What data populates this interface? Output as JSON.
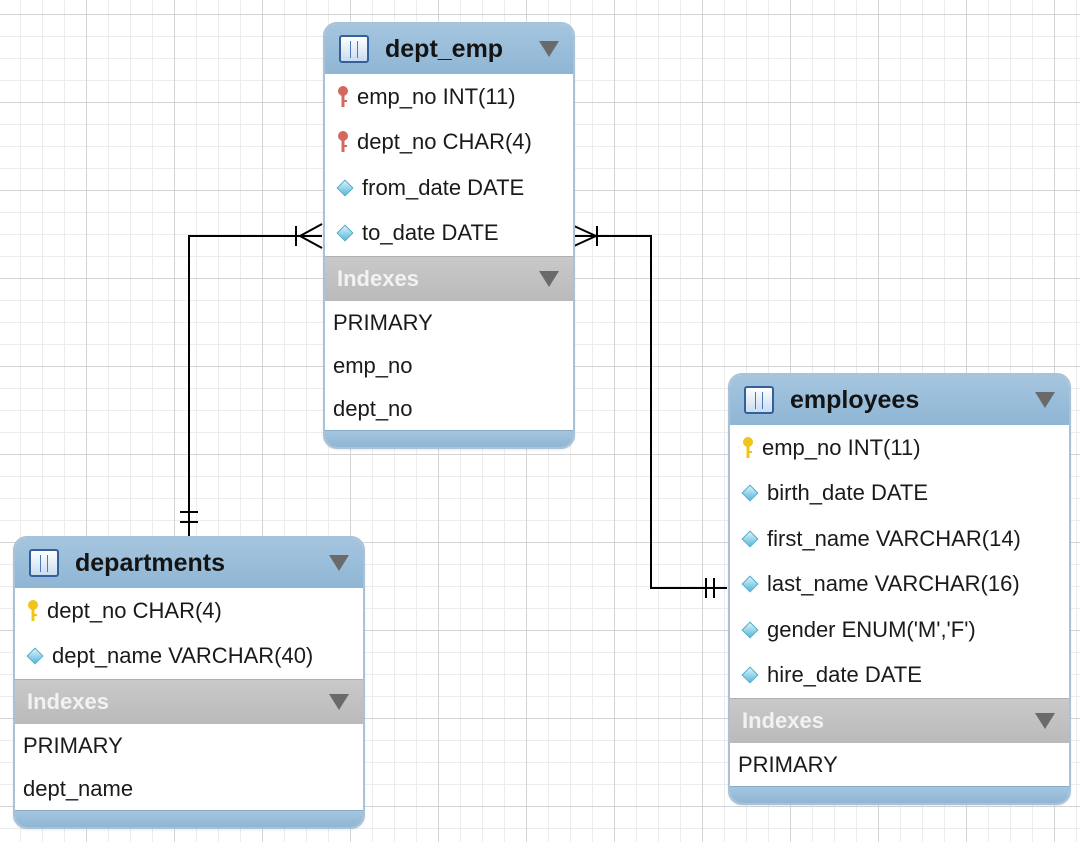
{
  "tables": {
    "dept_emp": {
      "title": "dept_emp",
      "columns": [
        {
          "text": "emp_no INT(11)",
          "icon": "foreign-key-icon"
        },
        {
          "text": "dept_no CHAR(4)",
          "icon": "foreign-key-icon"
        },
        {
          "text": "from_date DATE",
          "icon": "column-diamond-icon"
        },
        {
          "text": "to_date DATE",
          "icon": "column-diamond-icon"
        }
      ],
      "indexes_label": "Indexes",
      "indexes": [
        "PRIMARY",
        "emp_no",
        "dept_no"
      ]
    },
    "departments": {
      "title": "departments",
      "columns": [
        {
          "text": "dept_no CHAR(4)",
          "icon": "primary-key-icon"
        },
        {
          "text": "dept_name VARCHAR(40)",
          "icon": "column-diamond-icon"
        }
      ],
      "indexes_label": "Indexes",
      "indexes": [
        "PRIMARY",
        "dept_name"
      ]
    },
    "employees": {
      "title": "employees",
      "columns": [
        {
          "text": "emp_no INT(11)",
          "icon": "primary-key-icon"
        },
        {
          "text": "birth_date DATE",
          "icon": "column-diamond-icon"
        },
        {
          "text": "first_name VARCHAR(14)",
          "icon": "column-diamond-icon"
        },
        {
          "text": "last_name VARCHAR(16)",
          "icon": "column-diamond-icon"
        },
        {
          "text": "gender ENUM('M','F')",
          "icon": "column-diamond-icon"
        },
        {
          "text": "hire_date DATE",
          "icon": "column-diamond-icon"
        }
      ],
      "indexes_label": "Indexes",
      "indexes": [
        "PRIMARY"
      ]
    }
  },
  "relationships": [
    {
      "from": "departments",
      "to": "dept_emp",
      "from_end": "one",
      "to_end": "many"
    },
    {
      "from": "employees",
      "to": "dept_emp",
      "from_end": "one",
      "to_end": "many"
    }
  ],
  "colors": {
    "header": "#9dbfdb",
    "indexes_header": "#c2c2c2",
    "primary_key": "#f0c419",
    "foreign_key": "#d2685e",
    "column_diamond": "#6cc4e2",
    "connector": "#000000"
  }
}
